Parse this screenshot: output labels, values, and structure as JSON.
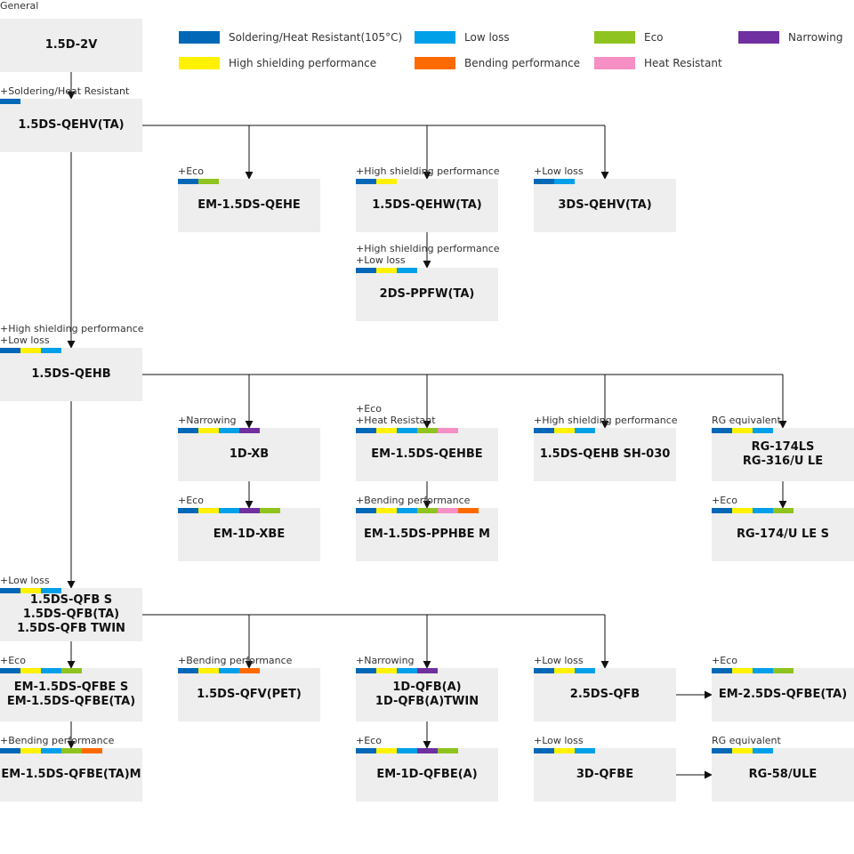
{
  "header": "General",
  "legend": [
    {
      "key": "solder",
      "label": "Soldering/Heat Resistant(105°C)",
      "color": "#0068b7"
    },
    {
      "key": "lowloss",
      "label": "Low loss",
      "color": "#00a0e9"
    },
    {
      "key": "eco",
      "label": "Eco",
      "color": "#8fc31f"
    },
    {
      "key": "narrow",
      "label": "Narrowing",
      "color": "#7030a0"
    },
    {
      "key": "shield",
      "label": "High shielding performance",
      "color": "#fff100"
    },
    {
      "key": "bend",
      "label": "Bending performance",
      "color": "#ff6a00"
    },
    {
      "key": "heat",
      "label": "Heat Resistant",
      "color": "#f58fc4"
    }
  ],
  "nodes": [
    {
      "id": "n1",
      "lines": [
        "1.5D-2V"
      ],
      "note": [],
      "bars": []
    },
    {
      "id": "n2",
      "lines": [
        "1.5DS-QEHV(TA)"
      ],
      "note": [
        "+Soldering/Heat Resistant"
      ],
      "bars": [
        "solder"
      ]
    },
    {
      "id": "n3",
      "lines": [
        "EM-1.5DS-QEHE"
      ],
      "note": [
        "+Eco"
      ],
      "bars": [
        "solder",
        "eco"
      ]
    },
    {
      "id": "n4",
      "lines": [
        "1.5DS-QEHW(TA)"
      ],
      "note": [
        "+High shielding performance"
      ],
      "bars": [
        "solder",
        "shield"
      ]
    },
    {
      "id": "n5",
      "lines": [
        "3DS-QEHV(TA)"
      ],
      "note": [
        "+Low loss"
      ],
      "bars": [
        "solder",
        "lowloss"
      ]
    },
    {
      "id": "n6",
      "lines": [
        "2DS-PPFW(TA)"
      ],
      "note": [
        "+High shielding performance",
        "+Low loss"
      ],
      "bars": [
        "solder",
        "shield",
        "lowloss"
      ]
    },
    {
      "id": "n7",
      "lines": [
        "1.5DS-QEHB"
      ],
      "note": [
        "+High shielding performance",
        "+Low loss"
      ],
      "bars": [
        "solder",
        "shield",
        "lowloss"
      ]
    },
    {
      "id": "n8",
      "lines": [
        "1D-XB"
      ],
      "note": [
        "+Narrowing"
      ],
      "bars": [
        "solder",
        "shield",
        "lowloss",
        "narrow"
      ]
    },
    {
      "id": "n9",
      "lines": [
        "EM-1.5DS-QEHBE"
      ],
      "note": [
        "+Eco",
        "+Heat Resistant"
      ],
      "bars": [
        "solder",
        "shield",
        "lowloss",
        "eco",
        "heat"
      ]
    },
    {
      "id": "n10",
      "lines": [
        "1.5DS-QEHB SH-030"
      ],
      "note": [
        "+High shielding performance"
      ],
      "bars": [
        "solder",
        "shield",
        "lowloss"
      ]
    },
    {
      "id": "n11",
      "lines": [
        "RG-174LS",
        "RG-316/U LE"
      ],
      "note": [
        "RG equivalent"
      ],
      "bars": [
        "solder",
        "shield",
        "lowloss"
      ]
    },
    {
      "id": "n12",
      "lines": [
        "EM-1D-XBE"
      ],
      "note": [
        "+Eco"
      ],
      "bars": [
        "solder",
        "shield",
        "lowloss",
        "narrow",
        "eco"
      ]
    },
    {
      "id": "n13",
      "lines": [
        "EM-1.5DS-PPHBE M"
      ],
      "note": [
        "+Bending performance"
      ],
      "bars": [
        "solder",
        "shield",
        "lowloss",
        "eco",
        "heat",
        "bend"
      ]
    },
    {
      "id": "n14",
      "lines": [
        "RG-174/U LE S"
      ],
      "note": [
        "+Eco"
      ],
      "bars": [
        "solder",
        "shield",
        "lowloss",
        "eco"
      ]
    },
    {
      "id": "n15",
      "lines": [
        "1.5DS-QFB S",
        "1.5DS-QFB(TA)",
        "1.5DS-QFB TWIN"
      ],
      "note": [
        "+Low loss"
      ],
      "bars": [
        "solder",
        "shield",
        "lowloss"
      ]
    },
    {
      "id": "n16",
      "lines": [
        "EM-1.5DS-QFBE S",
        "EM-1.5DS-QFBE(TA)"
      ],
      "note": [
        "+Eco"
      ],
      "bars": [
        "solder",
        "shield",
        "lowloss",
        "eco"
      ]
    },
    {
      "id": "n17",
      "lines": [
        "1.5DS-QFV(PET)"
      ],
      "note": [
        "+Bending performance"
      ],
      "bars": [
        "solder",
        "shield",
        "lowloss",
        "bend"
      ]
    },
    {
      "id": "n18",
      "lines": [
        "1D-QFB(A)",
        "1D-QFB(A)TWIN"
      ],
      "note": [
        "+Narrowing"
      ],
      "bars": [
        "solder",
        "shield",
        "lowloss",
        "narrow"
      ]
    },
    {
      "id": "n19",
      "lines": [
        "2.5DS-QFB"
      ],
      "note": [
        "+Low loss"
      ],
      "bars": [
        "solder",
        "shield",
        "lowloss"
      ]
    },
    {
      "id": "n20",
      "lines": [
        "EM-2.5DS-QFBE(TA)"
      ],
      "note": [
        "+Eco"
      ],
      "bars": [
        "solder",
        "shield",
        "lowloss",
        "eco"
      ]
    },
    {
      "id": "n21",
      "lines": [
        "EM-1.5DS-QFBE(TA)M"
      ],
      "note": [
        "+Bending performance"
      ],
      "bars": [
        "solder",
        "shield",
        "lowloss",
        "eco",
        "bend"
      ]
    },
    {
      "id": "n22",
      "lines": [
        "EM-1D-QFBE(A)"
      ],
      "note": [
        "+Eco"
      ],
      "bars": [
        "solder",
        "shield",
        "lowloss",
        "narrow",
        "eco"
      ]
    },
    {
      "id": "n23",
      "lines": [
        "3D-QFBE"
      ],
      "note": [
        "+Low loss"
      ],
      "bars": [
        "solder",
        "shield",
        "lowloss"
      ]
    },
    {
      "id": "n24",
      "lines": [
        "RG-58/ULE"
      ],
      "note": [
        "RG equivalent"
      ],
      "bars": [
        "solder",
        "shield",
        "lowloss"
      ]
    }
  ]
}
